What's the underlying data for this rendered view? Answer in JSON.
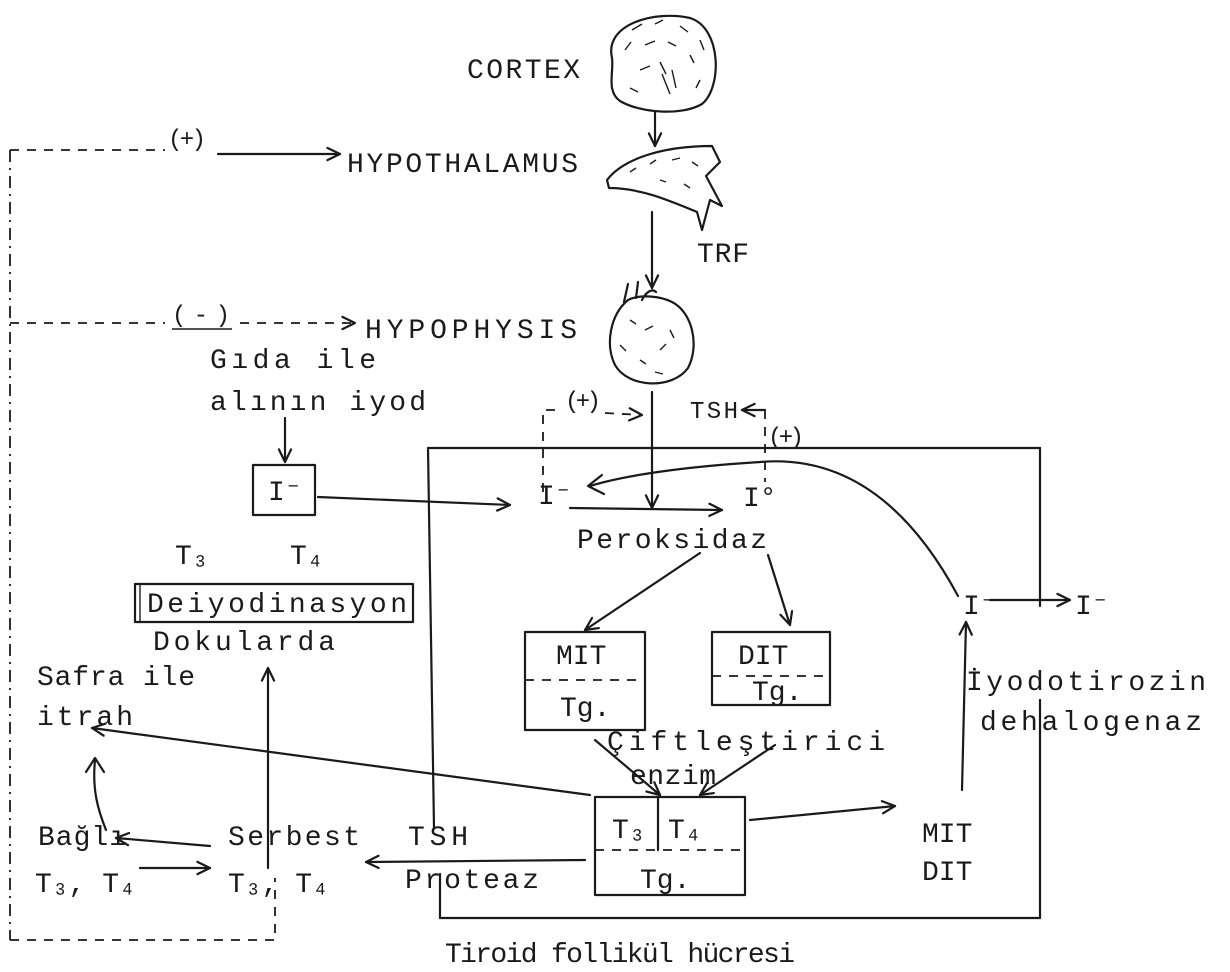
{
  "diagram": {
    "cortex": "CORTEX",
    "hypothalamus": "HYPOTHALAMUS",
    "hypothalamus_feedback": "(+)",
    "trf": "TRF",
    "hypophysis_feedback": "(-)",
    "hypophysis": "HYPOPHYSIS",
    "dietary_iodine": [
      "Gıda ile",
      "alının iyod"
    ],
    "iodide_intake": "I⁻",
    "iodide_cell": "I⁻",
    "iodine": "I°",
    "peroxidase": "Peroksidaz",
    "tsh_top": "TSH",
    "tsh_plus_left": "(+)",
    "tsh_plus_right": "(+)",
    "tissue_t3": "T₃",
    "tissue_t4": "T₄",
    "deiodination": "Deiyodinasyon",
    "in_tissues": "Dokularda",
    "bile_excretion": [
      "Safra ile",
      "itrah"
    ],
    "mit_box": {
      "top": "MIT",
      "bottom": "Tg."
    },
    "dit_box": {
      "top": "DIT",
      "bottom": "Tg."
    },
    "recycled_iodide_left": "I⁻",
    "recycled_iodide_right": "I⁻",
    "dehalogenase": [
      "İyodotirozin",
      "dehalogenaz"
    ],
    "coupling_enzyme": [
      "Çiftleştirici",
      "enzim"
    ],
    "thyroglobulin_box": {
      "left": "T₃",
      "right": "T₄",
      "bottom": "Tg."
    },
    "mit_dit": [
      "MIT",
      "DIT"
    ],
    "bound": [
      "Bağlı",
      "T₃, T₄"
    ],
    "free": [
      "Serbest",
      "T₃, T₄"
    ],
    "protease": [
      "TSH",
      "Proteaz"
    ],
    "cell_label": "Tiroid follikül hücresi"
  }
}
